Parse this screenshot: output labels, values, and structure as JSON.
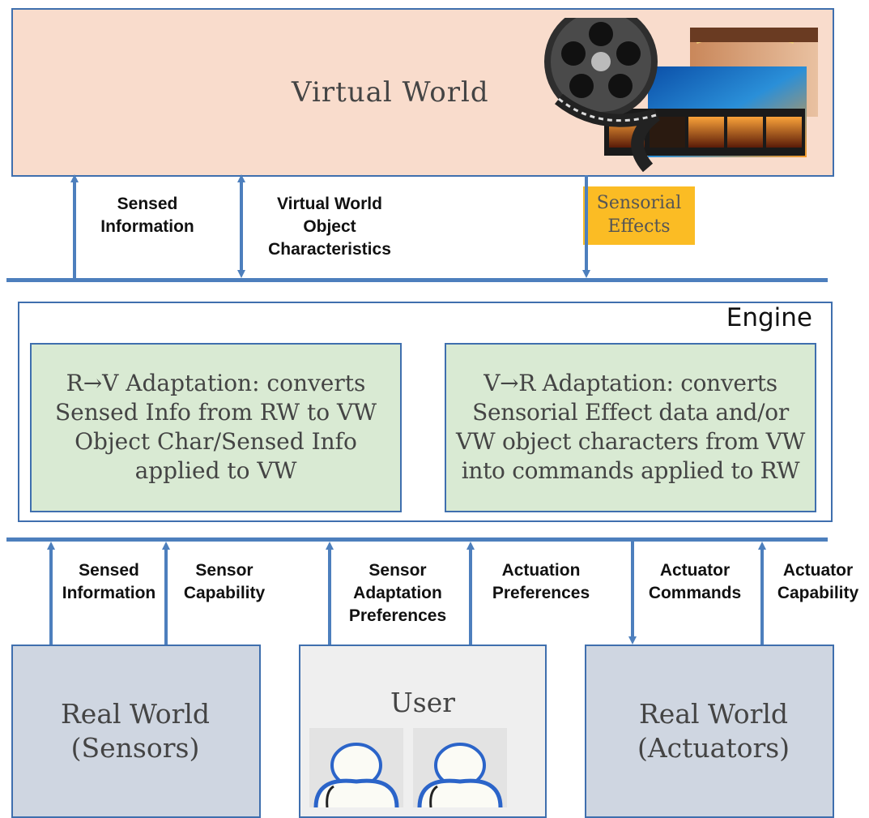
{
  "virtual_world": {
    "title": "Virtual World"
  },
  "top_labels": {
    "sensed_info": "Sensed\nInformation",
    "vw_object": "Virtual World\nObject\nCharacteristics",
    "sensorial_effects": "Sensorial\nEffects"
  },
  "engine": {
    "title": "Engine",
    "rv": "R→V Adaptation: converts\nSensed Info from RW to VW\nObject Char/Sensed Info\napplied to VW",
    "vr": "V→R Adaptation: converts\nSensorial Effect data and/or\nVW object characters from VW\ninto commands applied to RW"
  },
  "bottom_labels": {
    "sensed_info": "Sensed\nInformation",
    "sensor_capability": "Sensor\nCapability",
    "sensor_adaptation": "Sensor\nAdaptation\nPreferences",
    "actuation_preferences": "Actuation\nPreferences",
    "actuator_commands": "Actuator\nCommands",
    "actuator_capability": "Actuator\nCapability"
  },
  "boxes": {
    "rw_sensors": "Real World\n(Sensors)",
    "user": "User",
    "rw_actuators": "Real World\n(Actuators)"
  },
  "colors": {
    "accent_blue": "#4d7fbd",
    "vw_fill": "#f9dccc",
    "adapt_fill": "#d9ead3",
    "rw_fill": "#cfd6e1",
    "user_fill": "#efefef",
    "effects_fill": "#fbbc24"
  }
}
